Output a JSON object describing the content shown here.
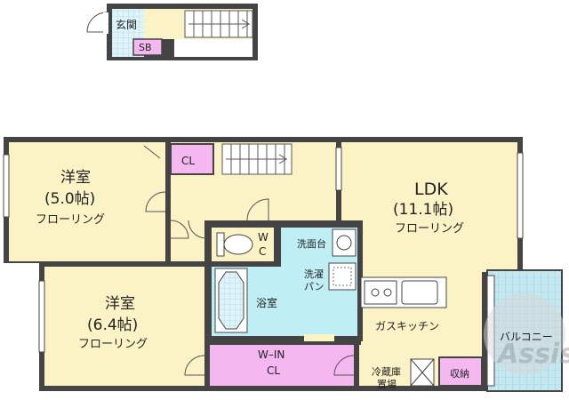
{
  "colors": {
    "wall": "#444444",
    "floor": "#fbf3c6",
    "closet": "#f4b7f0",
    "bath": "#bfeff5",
    "balcony": "#c3e8f1",
    "watermark": "#b9b9b9"
  },
  "entrance": {
    "label": "玄関"
  },
  "shoe_box": {
    "label": "SB"
  },
  "closet_small": {
    "label": "CL"
  },
  "room_west_top": {
    "name": "洋室",
    "size": "(5.0帖)",
    "floor": "フローリング"
  },
  "room_west_bottom": {
    "name": "洋室",
    "size": "(6.4帖)",
    "floor": "フローリング"
  },
  "ldk": {
    "name": "LDK",
    "size": "(11.1帖)",
    "floor": "フローリング"
  },
  "toilet": {
    "label_line1": "W",
    "label_line2": "C"
  },
  "washbasin": {
    "label": "洗面台"
  },
  "laundry": {
    "label_line1": "洗濯",
    "label_line2": "パン"
  },
  "bathroom": {
    "label": "浴室"
  },
  "walk_in": {
    "label_line1": "W–IN",
    "label_line2": "CL"
  },
  "kitchen": {
    "label": "ガスキッチン"
  },
  "fridge": {
    "label_line1": "冷蔵庫",
    "label_line2": "置場"
  },
  "storage": {
    "label": "収納"
  },
  "balcony": {
    "label": "バルコニー"
  },
  "watermark": {
    "text": "Assist"
  }
}
